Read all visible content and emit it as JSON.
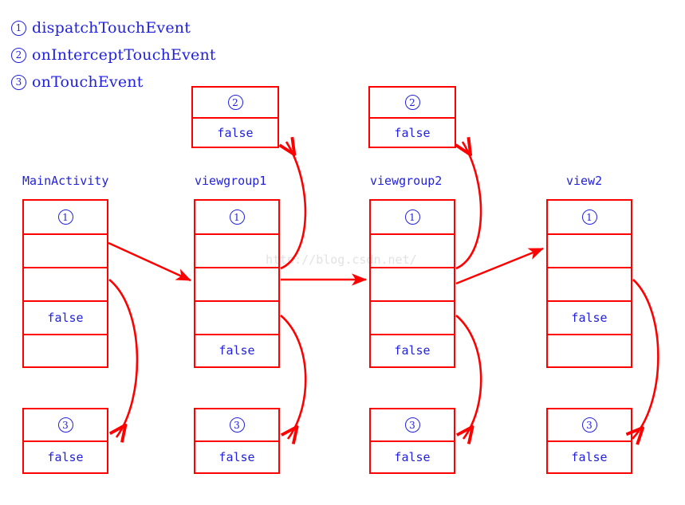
{
  "legend": {
    "items": [
      {
        "num": "1",
        "label": "dispatchTouchEvent"
      },
      {
        "num": "2",
        "label": "onInterceptTouchEvent"
      },
      {
        "num": "3",
        "label": "onTouchEvent"
      }
    ]
  },
  "watermark": "http://blog.csdn.net/",
  "colors": {
    "box_border": "#ff0000",
    "text": "#2222dd",
    "arrow": "#ff0000",
    "watermark": "#e2e2e2",
    "background": "#ffffff"
  },
  "columns": [
    {
      "id": "mainactivity",
      "title": "MainActivity",
      "top_box": null,
      "main_box": {
        "cells": [
          {
            "type": "circnum",
            "value": "1"
          },
          {
            "type": "empty",
            "value": ""
          },
          {
            "type": "empty",
            "value": ""
          },
          {
            "type": "text",
            "value": "false"
          },
          {
            "type": "empty",
            "value": ""
          }
        ]
      },
      "bottom_box": {
        "cells": [
          {
            "type": "circnum",
            "value": "3"
          },
          {
            "type": "text",
            "value": "false"
          }
        ]
      }
    },
    {
      "id": "viewgroup1",
      "title": "viewgroup1",
      "top_box": {
        "cells": [
          {
            "type": "circnum",
            "value": "2"
          },
          {
            "type": "text",
            "value": "false"
          }
        ]
      },
      "main_box": {
        "cells": [
          {
            "type": "circnum",
            "value": "1"
          },
          {
            "type": "empty",
            "value": ""
          },
          {
            "type": "empty",
            "value": ""
          },
          {
            "type": "empty",
            "value": ""
          },
          {
            "type": "text",
            "value": "false"
          }
        ]
      },
      "bottom_box": {
        "cells": [
          {
            "type": "circnum",
            "value": "3"
          },
          {
            "type": "text",
            "value": "false"
          }
        ]
      }
    },
    {
      "id": "viewgroup2",
      "title": "viewgroup2",
      "top_box": {
        "cells": [
          {
            "type": "circnum",
            "value": "2"
          },
          {
            "type": "text",
            "value": "false"
          }
        ]
      },
      "main_box": {
        "cells": [
          {
            "type": "circnum",
            "value": "1"
          },
          {
            "type": "empty",
            "value": ""
          },
          {
            "type": "empty",
            "value": ""
          },
          {
            "type": "empty",
            "value": ""
          },
          {
            "type": "text",
            "value": "false"
          }
        ]
      },
      "bottom_box": {
        "cells": [
          {
            "type": "circnum",
            "value": "3"
          },
          {
            "type": "text",
            "value": "false"
          }
        ]
      }
    },
    {
      "id": "view2",
      "title": "view2",
      "top_box": null,
      "main_box": {
        "cells": [
          {
            "type": "circnum",
            "value": "1"
          },
          {
            "type": "empty",
            "value": ""
          },
          {
            "type": "empty",
            "value": ""
          },
          {
            "type": "text",
            "value": "false"
          },
          {
            "type": "empty",
            "value": ""
          }
        ]
      },
      "bottom_box": {
        "cells": [
          {
            "type": "circnum",
            "value": "3"
          },
          {
            "type": "text",
            "value": "false"
          }
        ]
      }
    }
  ]
}
